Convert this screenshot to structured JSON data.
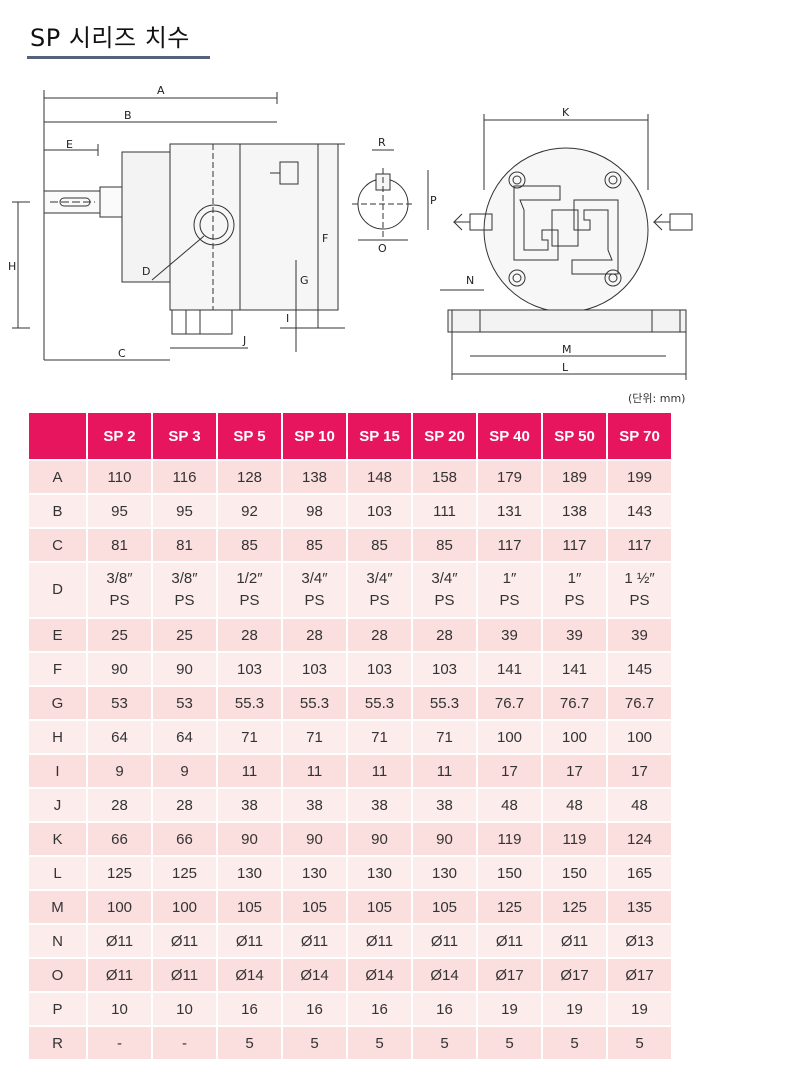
{
  "title": "SP 시리즈 치수",
  "unit_note": "(단위: mm)",
  "drawing_labels": {
    "A": "A",
    "B": "B",
    "C": "C",
    "D": "D",
    "E": "E",
    "F": "F",
    "G": "G",
    "H": "H",
    "I": "I",
    "J": "J",
    "K": "K",
    "L": "L",
    "M": "M",
    "N": "N",
    "O": "O",
    "P": "P",
    "R": "R"
  },
  "table": {
    "columns": [
      "SP 2",
      "SP 3",
      "SP 5",
      "SP 10",
      "SP 15",
      "SP 20",
      "SP 40",
      "SP 50",
      "SP 70"
    ],
    "rows": [
      {
        "label": "A",
        "values": [
          "110",
          "116",
          "128",
          "138",
          "148",
          "158",
          "179",
          "189",
          "199"
        ]
      },
      {
        "label": "B",
        "values": [
          "95",
          "95",
          "92",
          "98",
          "103",
          "111",
          "131",
          "138",
          "143"
        ]
      },
      {
        "label": "C",
        "values": [
          "81",
          "81",
          "85",
          "85",
          "85",
          "85",
          "117",
          "117",
          "117"
        ]
      },
      {
        "label": "D",
        "values": [
          "3/8″",
          "3/8″",
          "1/2″",
          "3/4″",
          "3/4″",
          "3/4″",
          "1″",
          "1″",
          "1 ½″"
        ],
        "sub": [
          "PS",
          "PS",
          "PS",
          "PS",
          "PS",
          "PS",
          "PS",
          "PS",
          "PS"
        ]
      },
      {
        "label": "E",
        "values": [
          "25",
          "25",
          "28",
          "28",
          "28",
          "28",
          "39",
          "39",
          "39"
        ]
      },
      {
        "label": "F",
        "values": [
          "90",
          "90",
          "103",
          "103",
          "103",
          "103",
          "141",
          "141",
          "145"
        ]
      },
      {
        "label": "G",
        "values": [
          "53",
          "53",
          "55.3",
          "55.3",
          "55.3",
          "55.3",
          "76.7",
          "76.7",
          "76.7"
        ]
      },
      {
        "label": "H",
        "values": [
          "64",
          "64",
          "71",
          "71",
          "71",
          "71",
          "100",
          "100",
          "100"
        ]
      },
      {
        "label": "I",
        "values": [
          "9",
          "9",
          "11",
          "11",
          "11",
          "11",
          "17",
          "17",
          "17"
        ]
      },
      {
        "label": "J",
        "values": [
          "28",
          "28",
          "38",
          "38",
          "38",
          "38",
          "48",
          "48",
          "48"
        ]
      },
      {
        "label": "K",
        "values": [
          "66",
          "66",
          "90",
          "90",
          "90",
          "90",
          "119",
          "119",
          "124"
        ]
      },
      {
        "label": "L",
        "values": [
          "125",
          "125",
          "130",
          "130",
          "130",
          "130",
          "150",
          "150",
          "165"
        ]
      },
      {
        "label": "M",
        "values": [
          "100",
          "100",
          "105",
          "105",
          "105",
          "105",
          "125",
          "125",
          "135"
        ]
      },
      {
        "label": "N",
        "values": [
          "Ø11",
          "Ø11",
          "Ø11",
          "Ø11",
          "Ø11",
          "Ø11",
          "Ø11",
          "Ø11",
          "Ø13"
        ]
      },
      {
        "label": "O",
        "values": [
          "Ø11",
          "Ø11",
          "Ø14",
          "Ø14",
          "Ø14",
          "Ø14",
          "Ø17",
          "Ø17",
          "Ø17"
        ]
      },
      {
        "label": "P",
        "values": [
          "10",
          "10",
          "16",
          "16",
          "16",
          "16",
          "19",
          "19",
          "19"
        ]
      },
      {
        "label": "R",
        "values": [
          "-",
          "-",
          "5",
          "5",
          "5",
          "5",
          "5",
          "5",
          "5"
        ]
      }
    ]
  }
}
